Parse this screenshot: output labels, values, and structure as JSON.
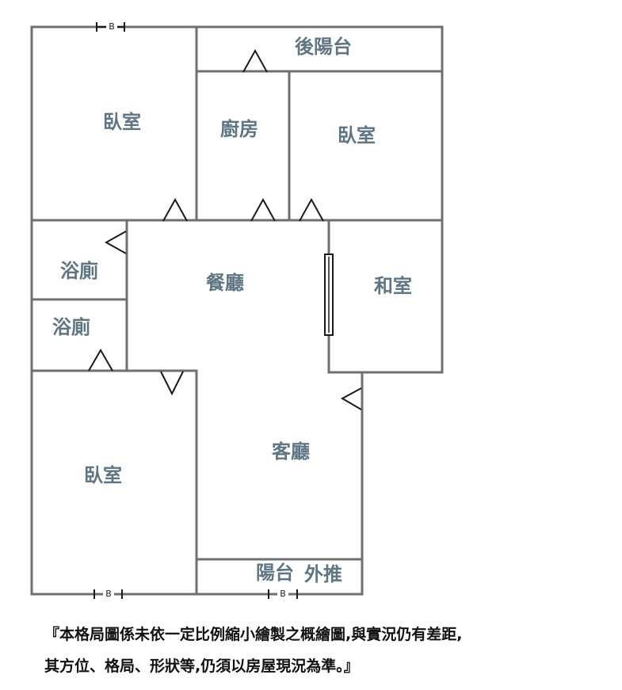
{
  "rooms": {
    "bedroom_top_left": "臥室",
    "rear_balcony": "後陽台",
    "kitchen": "廚房",
    "bedroom_top_right": "臥室",
    "bathroom_upper": "浴廁",
    "bathroom_lower": "浴廁",
    "dining_room": "餐廳",
    "japanese_room": "和室",
    "bedroom_bottom_left": "臥室",
    "living_room": "客廳",
    "front_balcony": "陽台",
    "front_balcony_note": "外推"
  },
  "markers": {
    "top": "B",
    "bottom_left": "B",
    "bottom_right": "B"
  },
  "note": {
    "line1": "『本格局圖係未依一定比例縮小繪製之概繪圖,與實況仍有差距,",
    "line2": "其方位、格局、形狀等,仍須以房屋現況為準。』"
  }
}
